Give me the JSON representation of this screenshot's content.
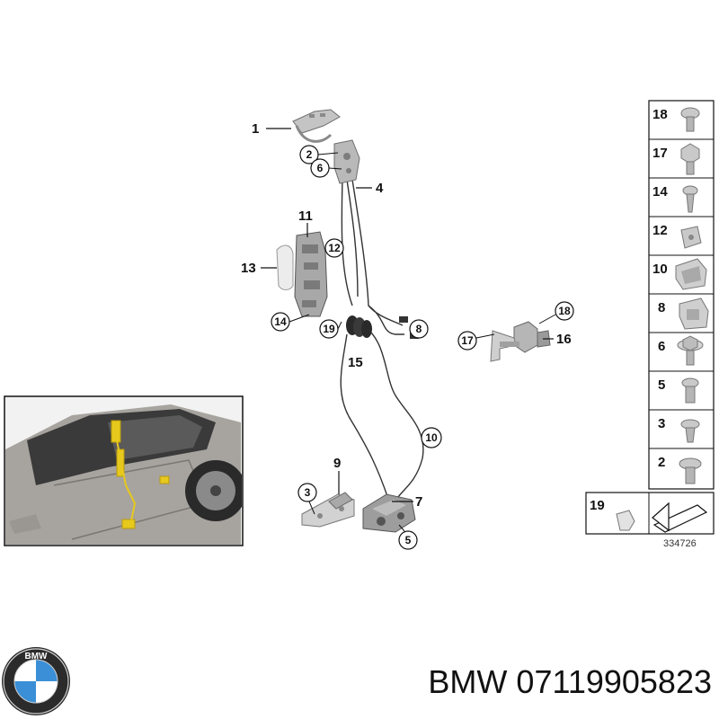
{
  "callouts": {
    "c1": "1",
    "c2": "2",
    "c3": "3",
    "c4": "4",
    "c5": "5",
    "c6": "6",
    "c7": "7",
    "c8": "8",
    "c9": "9",
    "c10": "10",
    "c11": "11",
    "c12": "12",
    "c13": "13",
    "c14": "14",
    "c15": "15",
    "c16": "16",
    "c17": "17",
    "c18": "18",
    "c19": "19"
  },
  "legend": {
    "items": [
      "18",
      "17",
      "14",
      "12",
      "10",
      "8",
      "6",
      "5",
      "3",
      "2",
      "19"
    ]
  },
  "diagram_ref": "334726",
  "footer": {
    "brand": "BMW",
    "part_number": "07119905823",
    "logo_text": "BMW"
  },
  "colors": {
    "part_gray": "#b9b9b9",
    "part_dark": "#6e6e6e",
    "cable": "#333333",
    "car_body": "#a7a49f",
    "highlight_yellow": "#e7c81d",
    "bmw_blue": "#3a8fd6"
  }
}
